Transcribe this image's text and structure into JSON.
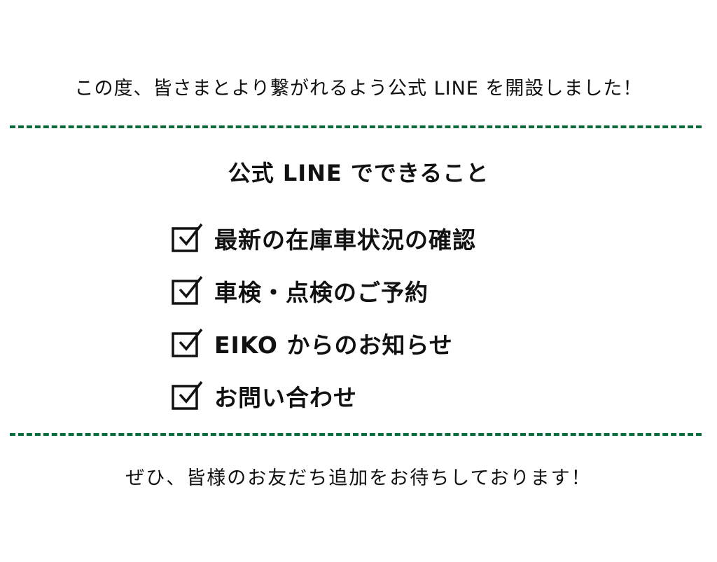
{
  "intro": "この度、皆さまとより繋がれるよう公式 LINE を開設しました！",
  "heading": "公式 LINE でできること",
  "items": [
    {
      "label": "最新の在庫車状況の確認",
      "icon": "checkbox-checked-icon"
    },
    {
      "label": "車検・点検のご予約",
      "icon": "checkbox-checked-icon"
    },
    {
      "label": "EIKO からのお知らせ",
      "icon": "checkbox-checked-icon"
    },
    {
      "label": "お問い合わせ",
      "icon": "checkbox-checked-icon"
    }
  ],
  "outro": "ぜひ、皆様のお友だち追加をお待ちしております！",
  "colors": {
    "divider": "#0b6b3a",
    "text": "#111111"
  }
}
